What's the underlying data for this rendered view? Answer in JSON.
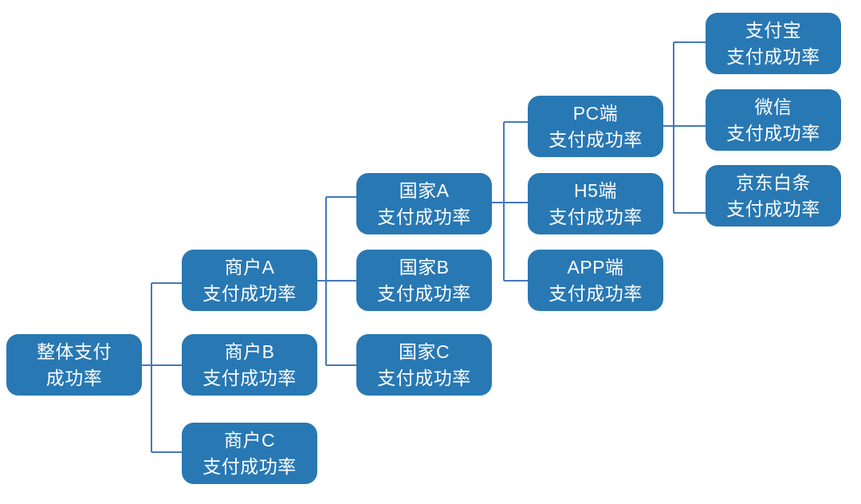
{
  "diagram": {
    "type": "tree",
    "orientation": "left-to-right",
    "colors": {
      "node_fill": "#2878B4",
      "node_text": "#FFFFFF",
      "connector": "#4678B9",
      "background": "#FFFFFF"
    },
    "tree": {
      "label": "整体支付\n成功率",
      "children": [
        {
          "label": "商户A\n支付成功率",
          "children": [
            {
              "label": "国家A\n支付成功率",
              "children": [
                {
                  "label": "PC端\n支付成功率",
                  "children": [
                    {
                      "label": "支付宝\n支付成功率"
                    },
                    {
                      "label": "微信\n支付成功率"
                    },
                    {
                      "label": "京东白条\n支付成功率"
                    }
                  ]
                },
                {
                  "label": "H5端\n支付成功率"
                },
                {
                  "label": "APP端\n支付成功率"
                }
              ]
            },
            {
              "label": "国家B\n支付成功率"
            },
            {
              "label": "国家C\n支付成功率"
            }
          ]
        },
        {
          "label": "商户B\n支付成功率"
        },
        {
          "label": "商户C\n支付成功率"
        }
      ]
    }
  }
}
